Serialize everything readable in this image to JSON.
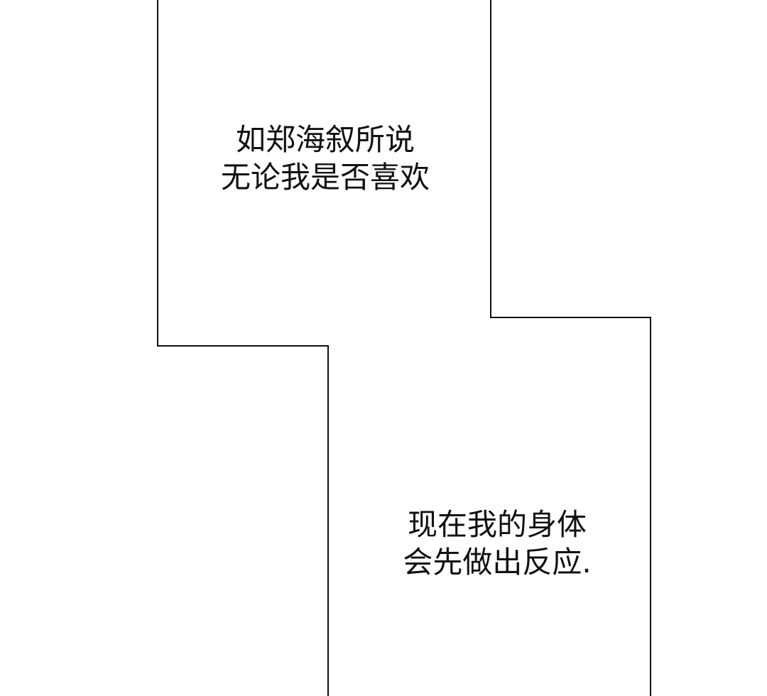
{
  "panel_text": {
    "bubble_1": {
      "line_1": "如郑海叙所说",
      "line_2": "无论我是否喜欢"
    },
    "bubble_2": {
      "line_1": "现在我的身体",
      "line_2": "会先做出反应."
    }
  },
  "colors": {
    "background": "#ffffff",
    "panel_border": "#111111",
    "text": "#111111"
  }
}
